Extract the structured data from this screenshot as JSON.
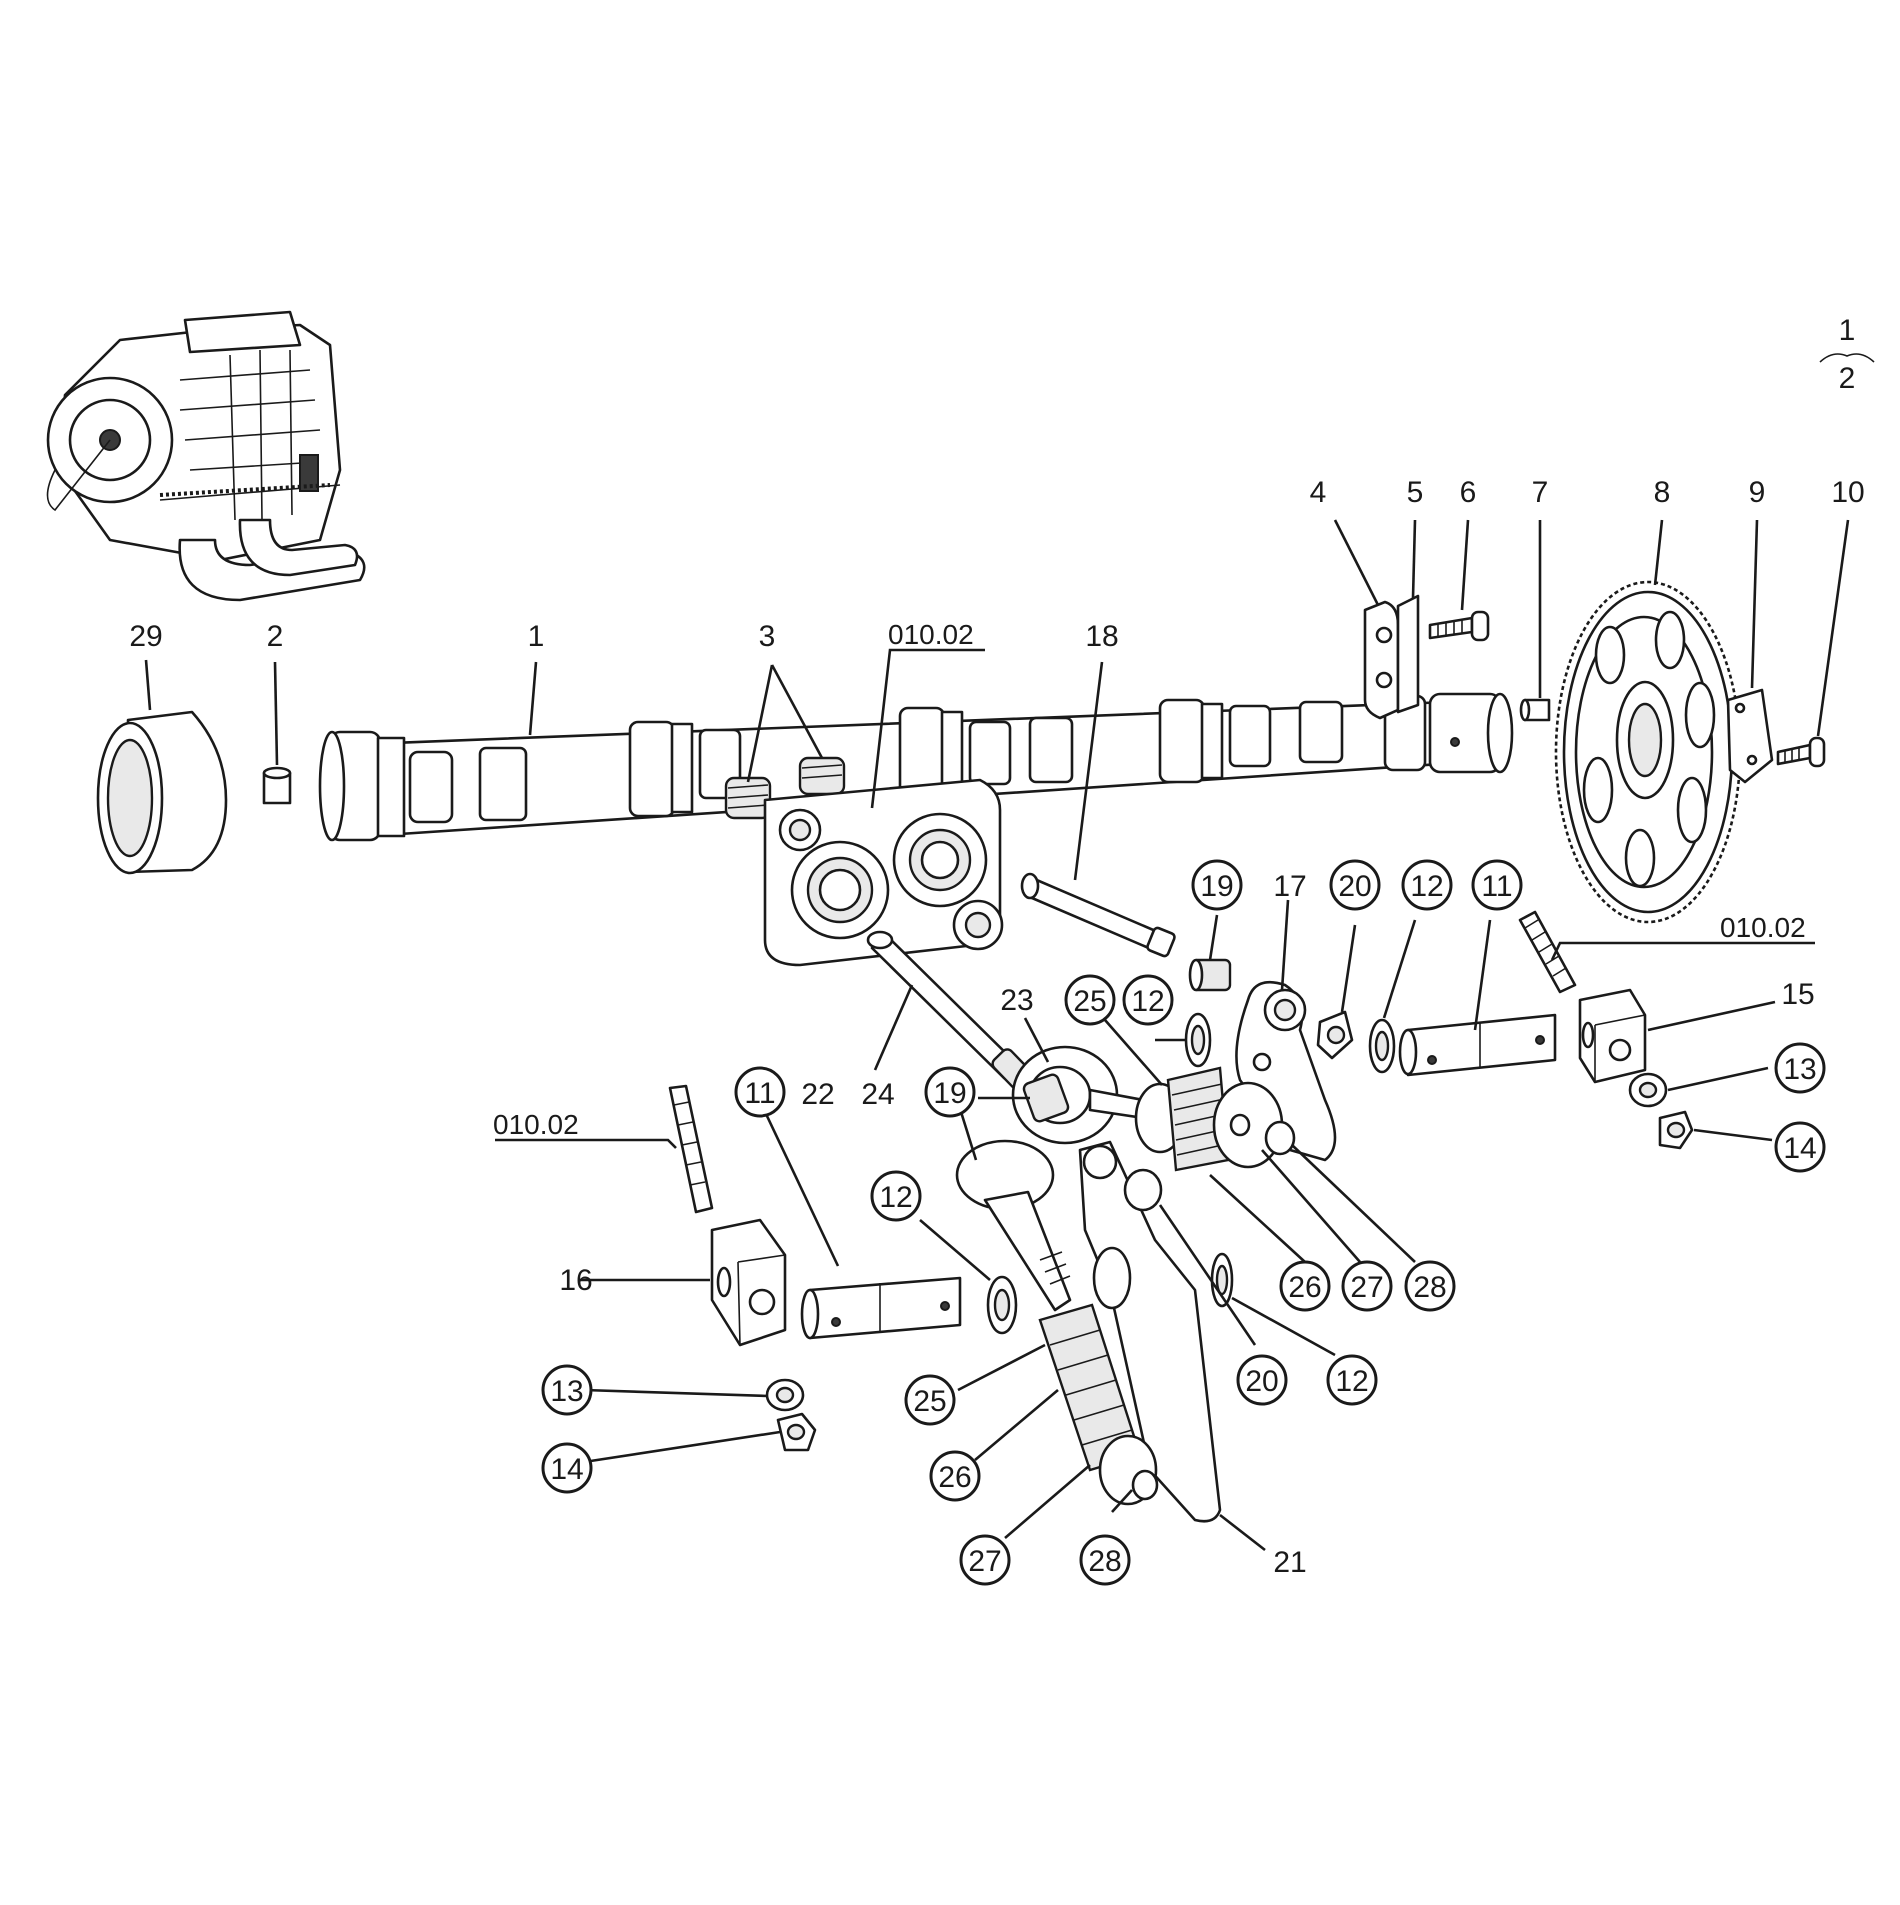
{
  "page_indicator": {
    "top": "1",
    "bottom": "2"
  },
  "reference": "010.02",
  "labels": {
    "l1": "1",
    "l2": "2",
    "l3": "3",
    "l4": "4",
    "l5": "5",
    "l6": "6",
    "l7": "7",
    "l8": "8",
    "l9": "9",
    "l10": "10",
    "l17": "17",
    "l18": "18",
    "l21": "21",
    "l22": "22",
    "l23": "23",
    "l24": "24",
    "l15": "15",
    "l16": "16",
    "l29": "29",
    "c19a": "19",
    "c20a": "20",
    "c12a": "12",
    "c11a": "11",
    "c25a": "25",
    "c12b": "12",
    "c13a": "13",
    "c14a": "14",
    "c19b": "19",
    "c11b": "11",
    "c12c": "12",
    "c26a": "26",
    "c27a": "27",
    "c28a": "28",
    "c20b": "20",
    "c12d": "12",
    "c13b": "13",
    "c14b": "14",
    "c25b": "25",
    "c26b": "26",
    "c27b": "27",
    "c28b": "28"
  }
}
